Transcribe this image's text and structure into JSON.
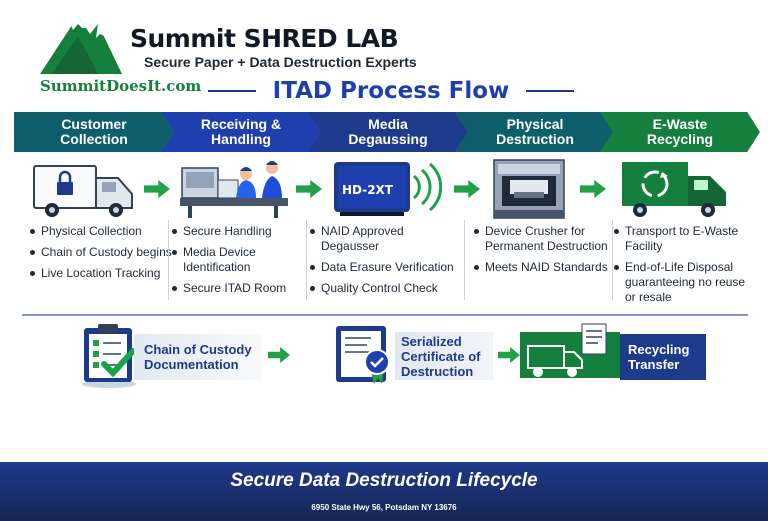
{
  "brand": {
    "name": "Summit SHRED LAB",
    "tagline": "Secure Paper + Data Destruction Experts",
    "site": "SummitDoesIt.com",
    "colors": {
      "navy": "#1e3a8a",
      "teal": "#0f5e6b",
      "green": "#15803d",
      "accent_green": "#22a046"
    }
  },
  "title": "ITAD Process Flow",
  "stages": [
    {
      "label": "Customer Collection",
      "icon": "truck-lock-icon",
      "bullets": [
        "Physical Collection",
        "Chain of Custody begins",
        "Live Location Tracking"
      ]
    },
    {
      "label": "Receiving & Handling",
      "icon": "workstation-technicians-icon",
      "bullets": [
        "Secure Handling",
        "Media Device Identification",
        "Secure ITAD Room"
      ]
    },
    {
      "label": "Media Degaussing",
      "icon": "degausser-device-icon",
      "device_label": "HD-2XT",
      "bullets": [
        "NAID Approved Degausser",
        "Data Erasure Verification",
        "Quality Control Check"
      ]
    },
    {
      "label": "Physical Destruction",
      "icon": "crusher-machine-icon",
      "bullets": [
        "Device Crusher for Permanent Destruction",
        "Meets NAID Standards"
      ]
    },
    {
      "label": "E-Waste Recycling",
      "icon": "recycling-truck-icon",
      "bullets": [
        "Transport to E-Waste Facility",
        "End-of-Life Disposal guaranteeing no reuse or resale"
      ]
    }
  ],
  "documents": [
    {
      "label": "Chain of Custody Documentation",
      "icon": "clipboard-checklist-icon"
    },
    {
      "label": "Serialized Certificate of Destruction",
      "icon": "certificate-seal-icon"
    },
    {
      "label": "Recycling Transfer",
      "icon": "transfer-truck-icon"
    }
  ],
  "footer": {
    "title": "Secure Data Destruction Lifecycle",
    "address": "6950 State Hwy 56, Potsdam NY 13676"
  }
}
